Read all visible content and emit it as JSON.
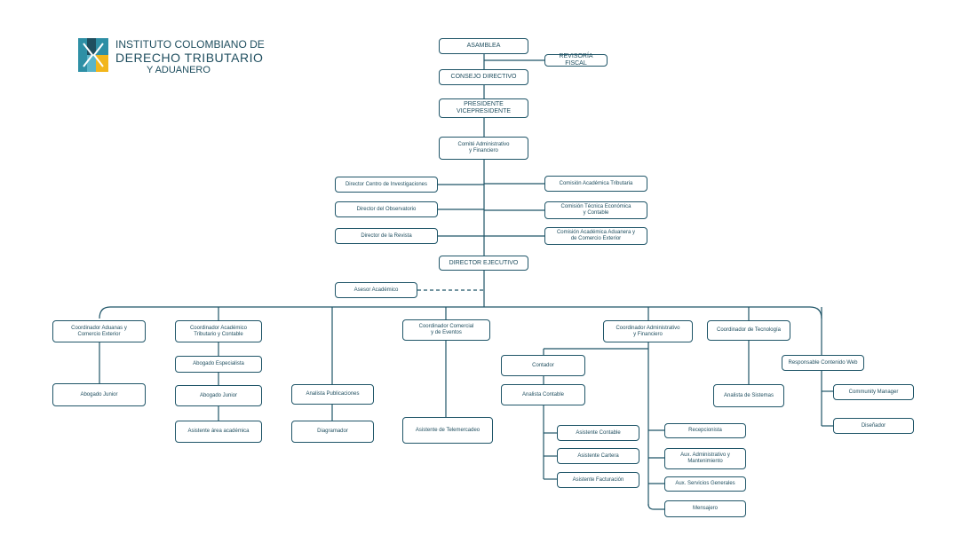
{
  "logo": {
    "line1": "INSTITUTO COLOMBIANO DE",
    "line2": "DERECHO TRIBUTARIO",
    "line3": "Y ADUANERO",
    "colors": {
      "teal": "#2e8fa5",
      "navy": "#1f4e5f",
      "gold": "#f2b61b",
      "light_blue": "#5ab4c8"
    }
  },
  "colors": {
    "line": "#1f5568",
    "text": "#1f4e5f"
  },
  "nodes": {
    "asamblea": "ASAMBLEA",
    "revisoria": "REVISORÍA FISCAL",
    "consejo": "CONSEJO DIRECTIVO",
    "presidente": "PRESIDENTE\nVICEPRESIDENTE",
    "comite": "Comité Administrativo\ny Financiero",
    "dir_centro": "Director Centro de Investigaciones",
    "dir_observatorio": "Director del Observatorio",
    "dir_revista": "Director de la Revista",
    "com_tributaria": "Comisión Académica Tributaria",
    "com_tecnica": "Comisión Técnica Económica\ny Contable",
    "com_aduanera": "Comisión Académica Aduanera y\nde Comercio Exterior",
    "director_ejecutivo": "DIRECTOR EJECUTIVO",
    "asesor": "Asesor Académico",
    "coord_aduanas": "Coordinador Aduanas y\nComercio Exterior",
    "abogado_junior_1": "Abogado Junior",
    "coord_academico": "Coordinador Académico\nTributario y Contable",
    "abogado_especialista": "Abogado Especialista",
    "abogado_junior_2": "Abogado Junior",
    "asistente_academica": "Asistente área académica",
    "analista_publicaciones": "Analista Publicaciones",
    "diagramador": "Diagramador",
    "coord_comercial": "Coordinador Comercial\ny de Eventos",
    "asistente_telemercadeo": "Asistente de Telemercadeo",
    "coord_administrativo": "Coordinador Administrativo\ny Financiero",
    "contador": "Contador",
    "analista_contable": "Analista Contable",
    "asistente_contable": "Asistente Contable",
    "asistente_cartera": "Asistente Cartera",
    "asistente_facturacion": "Asistente Facturación",
    "recepcionista": "Recepcionista",
    "aux_administrativo": "Aux. Administrativo y\nMantenimiento",
    "aux_servicios": "Aux. Servicios Generales",
    "mensajero": "Mensajero",
    "coord_tecnologia": "Coordinador de Tecnología",
    "analista_sistemas": "Analista de Sistemas",
    "responsable_web": "Responsable Contenido Web",
    "community_manager": "Community Manager",
    "disenador": "Diseñador"
  }
}
